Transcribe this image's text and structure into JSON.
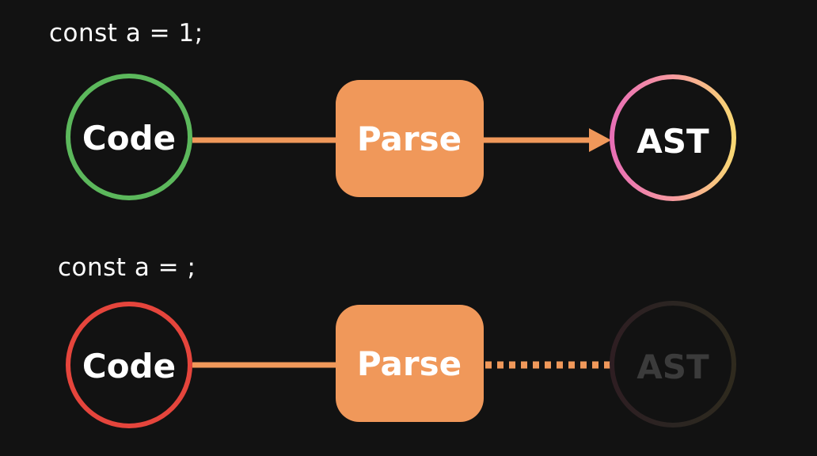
{
  "rows": [
    {
      "code_line": "const a = 1;",
      "source": {
        "label": "Code",
        "ring_color": "#5cb85c"
      },
      "step": {
        "label": "Parse",
        "fill": "#f0985a"
      },
      "target": {
        "label": "AST",
        "label_color": "#ffffff",
        "ring_gradient": [
          "#e86fb5",
          "#f79aa0",
          "#f8d773"
        ],
        "reached": true
      },
      "connector_color": "#f0985a",
      "output_connector": "solid-arrow"
    },
    {
      "code_line": "const a = ;",
      "source": {
        "label": "Code",
        "ring_color": "#e5453c"
      },
      "step": {
        "label": "Parse",
        "fill": "#f0985a"
      },
      "target": {
        "label": "AST",
        "label_color": "#3b3b3b",
        "ring_gradient": [
          "#2e1e22",
          "#2b2522",
          "#2f2a1e"
        ],
        "reached": false
      },
      "connector_color": "#f0985a",
      "output_connector": "dotted"
    }
  ]
}
